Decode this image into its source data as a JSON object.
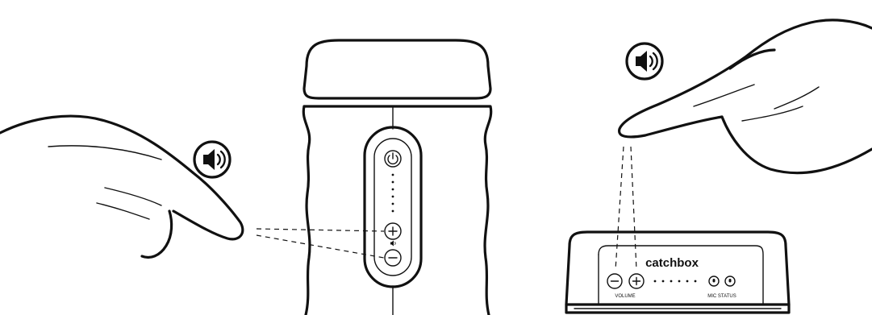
{
  "receiver": {
    "brand_label": "catchbox",
    "volume_label": "VOLUME",
    "mic_status_label": "MIC STATUS"
  },
  "icons": {
    "speaker": "speaker-volume-icon",
    "power": "power-icon",
    "plus": "plus-icon",
    "minus": "minus-icon"
  },
  "colors": {
    "ink": "#111111",
    "background": "#ffffff"
  }
}
